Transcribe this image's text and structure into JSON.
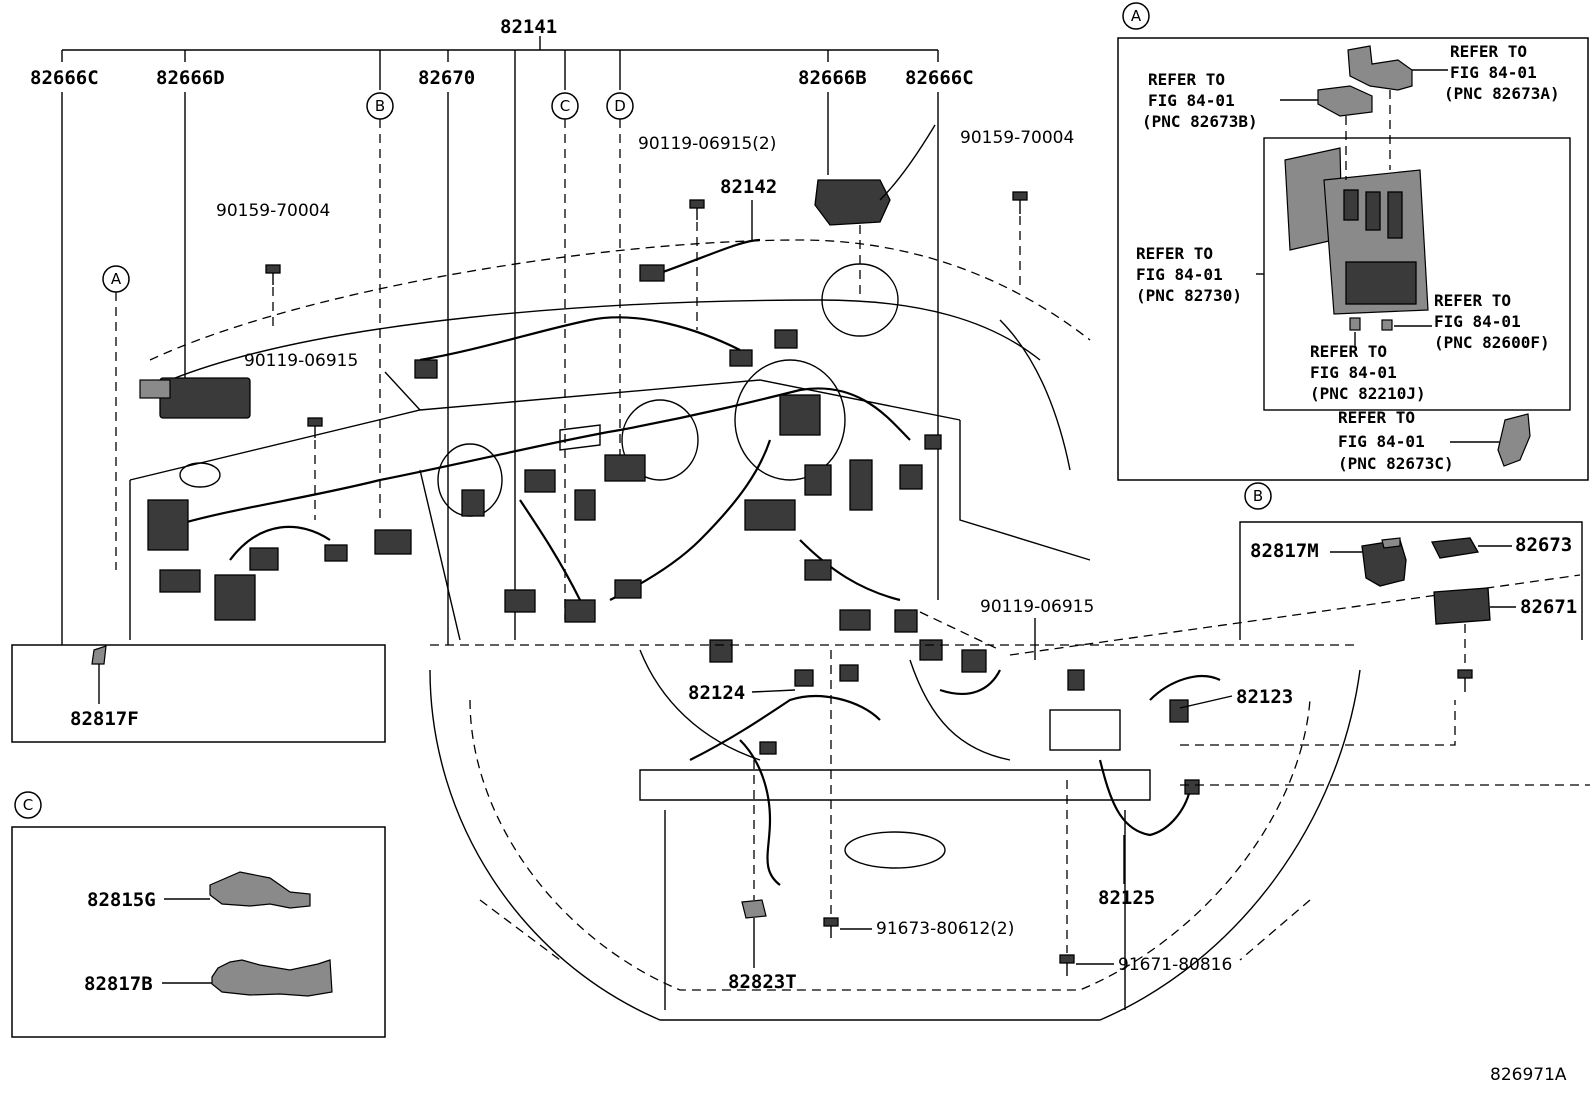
{
  "labels": {
    "main_harness": "82141",
    "l_82666C_left": "82666C",
    "l_82666D": "82666D",
    "l_82670": "82670",
    "l_82666B": "82666B",
    "l_82666C_right": "82666C",
    "l_82142": "82142",
    "bolt_top_mid": "90119-06915(2)",
    "bolt_left_90159": "90159-70004",
    "bolt_right_90159": "90159-70004",
    "bolt_left_90119": "90119-06915",
    "bolt_right_90119": "90119-06915",
    "l_82124": "82124",
    "l_82123": "82123",
    "l_82125": "82125",
    "l_82823T": "82823T",
    "bolt_91673": "91673-80612(2)",
    "bolt_91671": "91671-80816",
    "l_82817F": "82817F",
    "diagram_code": "826971A"
  },
  "callouts": {
    "A": "A",
    "B": "B",
    "C": "C",
    "D": "D"
  },
  "panel_a": {
    "tag": "A",
    "refs": [
      {
        "line1": "REFER TO",
        "line2": "FIG 84-01",
        "line3": "(PNC 82673A)"
      },
      {
        "line1": "REFER TO",
        "line2": "FIG 84-01",
        "line3": "(PNC 82673B)"
      },
      {
        "line1": "REFER TO",
        "line2": "FIG 84-01",
        "line3": "(PNC 82730)"
      },
      {
        "line1": "REFER TO",
        "line2": "FIG 84-01",
        "line3": "(PNC 82600F)"
      },
      {
        "line1": "REFER TO",
        "line2": "FIG 84-01",
        "line3": "(PNC 82210J)"
      },
      {
        "line1": "REFER TO",
        "line2": "FIG 84-01",
        "line3": "(PNC 82673C)"
      }
    ]
  },
  "panel_b": {
    "tag": "B",
    "parts": [
      "82817M",
      "82673",
      "82671"
    ]
  },
  "panel_c": {
    "tag": "C",
    "parts": [
      "82815G",
      "82817B"
    ]
  }
}
